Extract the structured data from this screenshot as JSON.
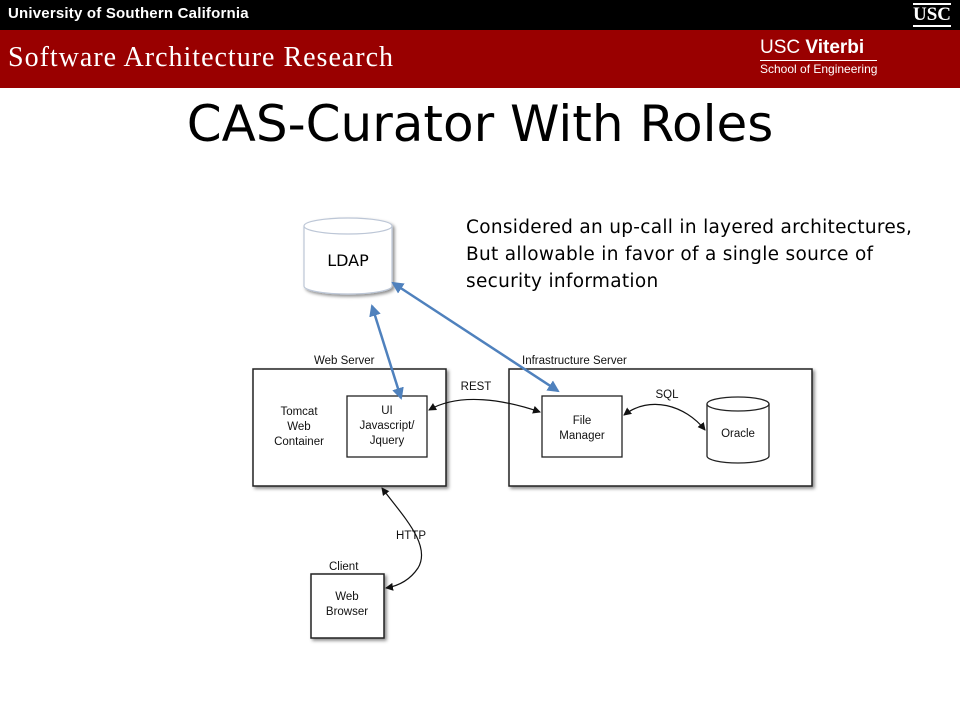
{
  "header": {
    "university": "University of Southern California",
    "usc_logo": "USC",
    "lab_name": "Software Architecture Research",
    "viterbi_logo": {
      "line1_prefix": "USC ",
      "line1_bold": "Viterbi",
      "line2": "School of Engineering"
    },
    "colors": {
      "topbar": "#000000",
      "banner": "#990000"
    }
  },
  "slide": {
    "title": "CAS-Curator With Roles",
    "note": [
      "Considered an up-call in layered architectures,",
      "But allowable in favor of a single source of",
      "security information"
    ]
  },
  "diagram": {
    "ldap_label": "LDAP",
    "web_server_label": "Web Server",
    "tomcat_label": [
      "Tomcat",
      "Web",
      "Container"
    ],
    "ui_label": [
      "UI",
      "Javascript/",
      "Jquery"
    ],
    "infra_label": "Infrastructure Server",
    "file_manager_label": [
      "File",
      "Manager"
    ],
    "oracle_label": "Oracle",
    "rest_label": "REST",
    "sql_label": "SQL",
    "http_label": "HTTP",
    "client_label": "Client",
    "browser_label": [
      "Web",
      "Browser"
    ],
    "arrow_color": "#4f81bd"
  }
}
